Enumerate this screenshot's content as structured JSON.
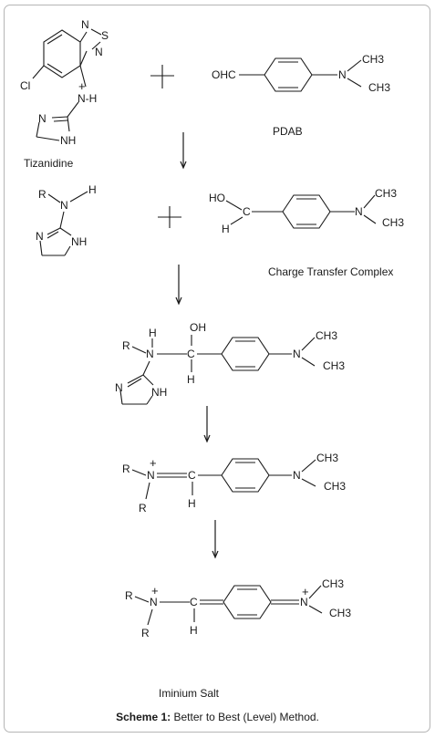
{
  "scheme": {
    "caption_label": "Scheme 1:",
    "caption_text": " Better to Best (Level) Method.",
    "name_tizanidine": "Tizanidine",
    "name_pdab": "PDAB",
    "name_ctc": "Charge Transfer Complex",
    "name_iminium": "Iminium Salt",
    "atoms": {
      "N": "N",
      "S": "S",
      "Cl": "Cl",
      "NH": "NH",
      "NmH": "N-H",
      "H": "H",
      "R": "R",
      "OHC": "OHC",
      "HO": "HO",
      "OH": "OH",
      "C": "C",
      "CH3": "CH3",
      "plus": "+"
    }
  }
}
